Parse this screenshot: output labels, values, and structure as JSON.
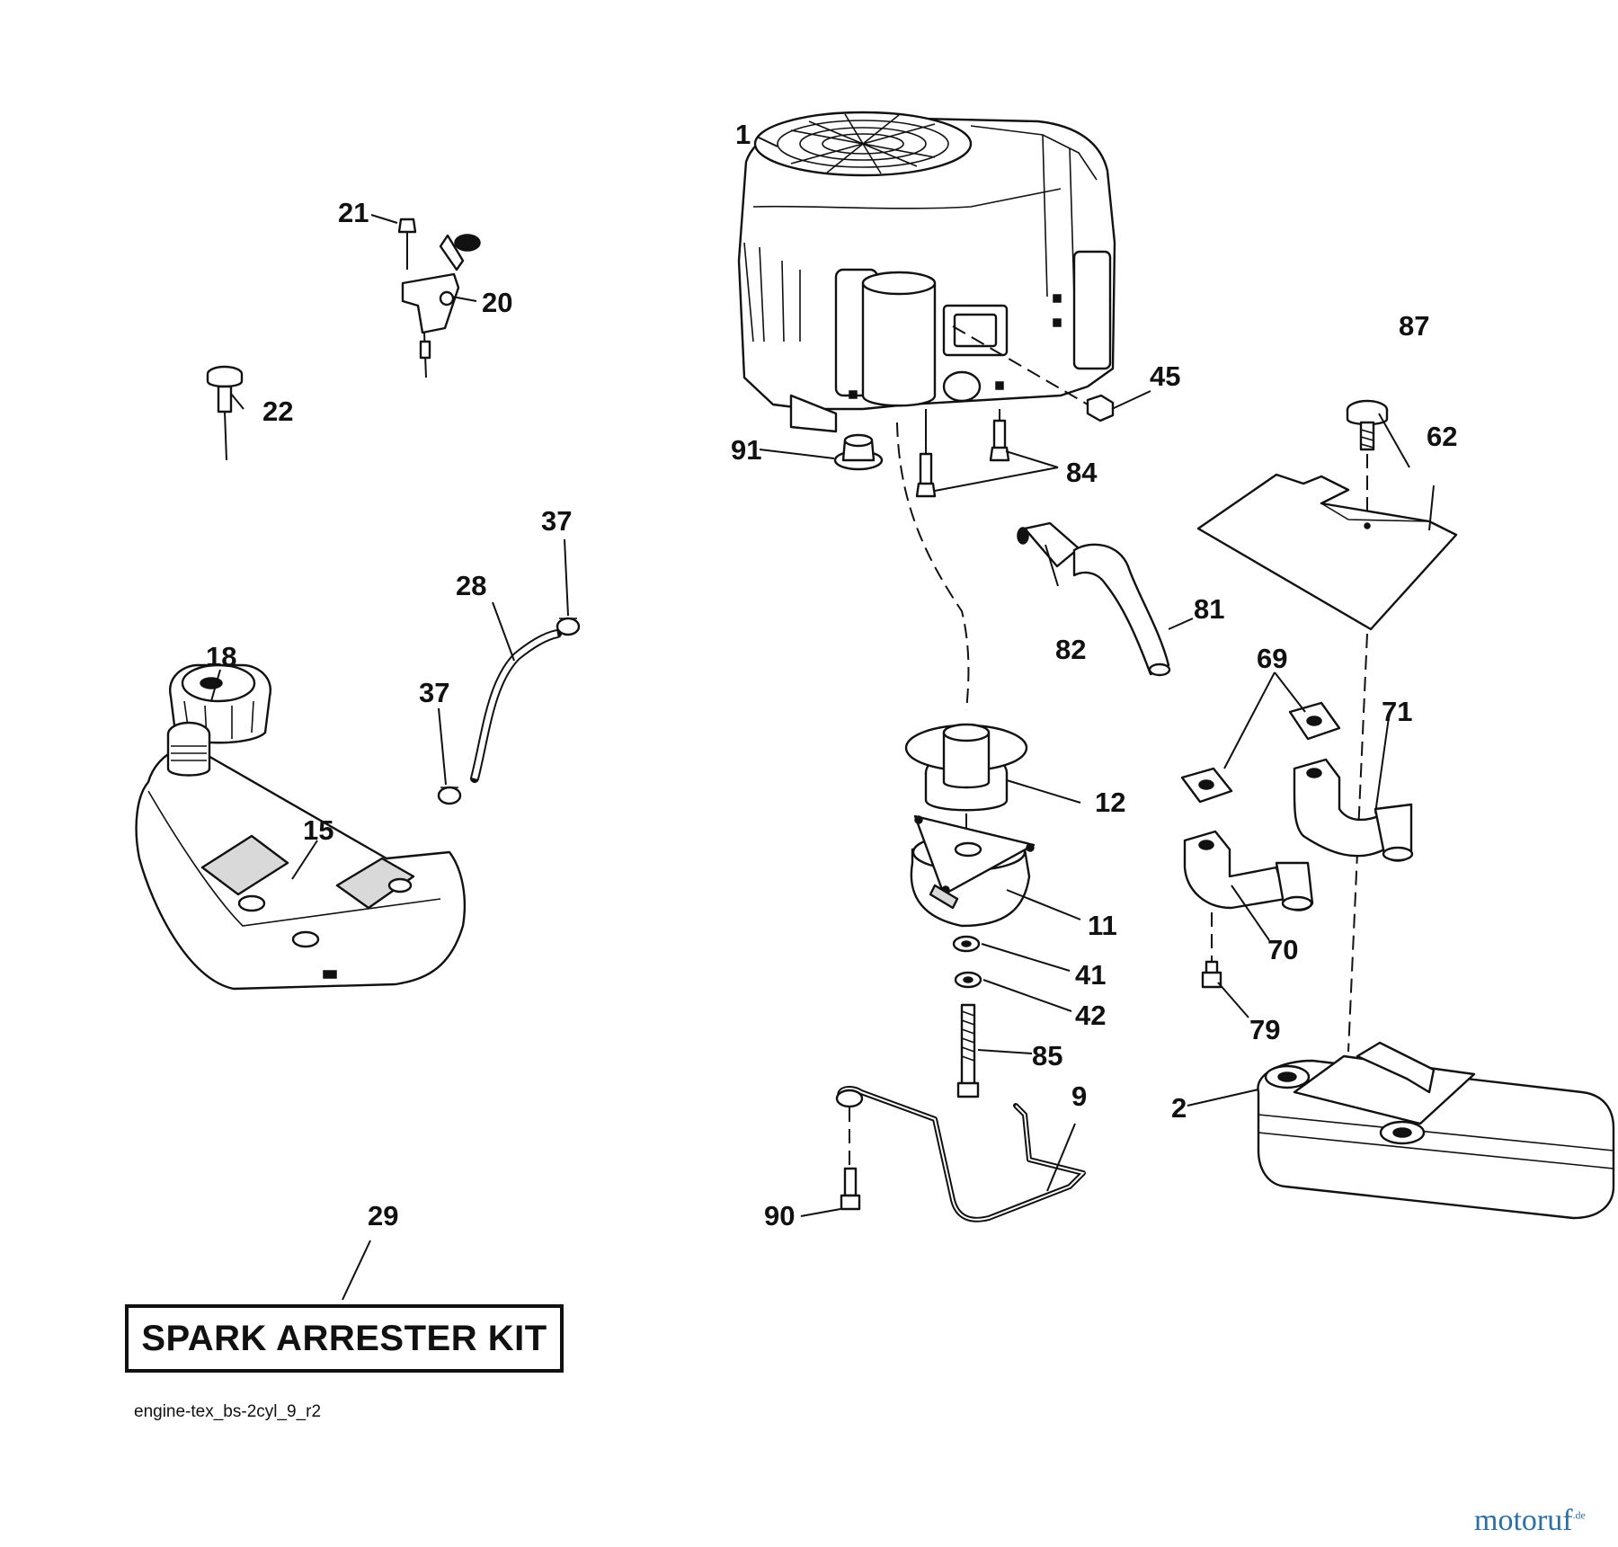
{
  "callouts": [
    "1",
    "2",
    "9",
    "11",
    "12",
    "15",
    "18",
    "20",
    "21",
    "22",
    "28",
    "29",
    "37",
    "37",
    "41",
    "42",
    "45",
    "62",
    "69",
    "70",
    "71",
    "79",
    "81",
    "82",
    "84",
    "85",
    "87",
    "90",
    "91"
  ],
  "kit_label": "SPARK ARRESTER KIT",
  "diagram_ref": "engine-tex_bs-2cyl_9_r2",
  "watermark": "motoruf",
  "watermark_suffix": ".de",
  "parts": {
    "p1": "engine",
    "p2": "muffler",
    "p9": "muffler-bracket",
    "p11": "electric-clutch",
    "p12": "pulley",
    "p15": "fuel-tank",
    "p18": "fuel-cap",
    "p20": "throttle-control",
    "p22": "choke-knob",
    "p28": "fuel-hose",
    "p62": "heat-shield",
    "p69": "exhaust-gasket",
    "p70": "exhaust-pipe",
    "p71": "exhaust-pipe",
    "p81": "oil-drain-hose",
    "p82": "oil-drain-valve",
    "p87": "screw"
  }
}
